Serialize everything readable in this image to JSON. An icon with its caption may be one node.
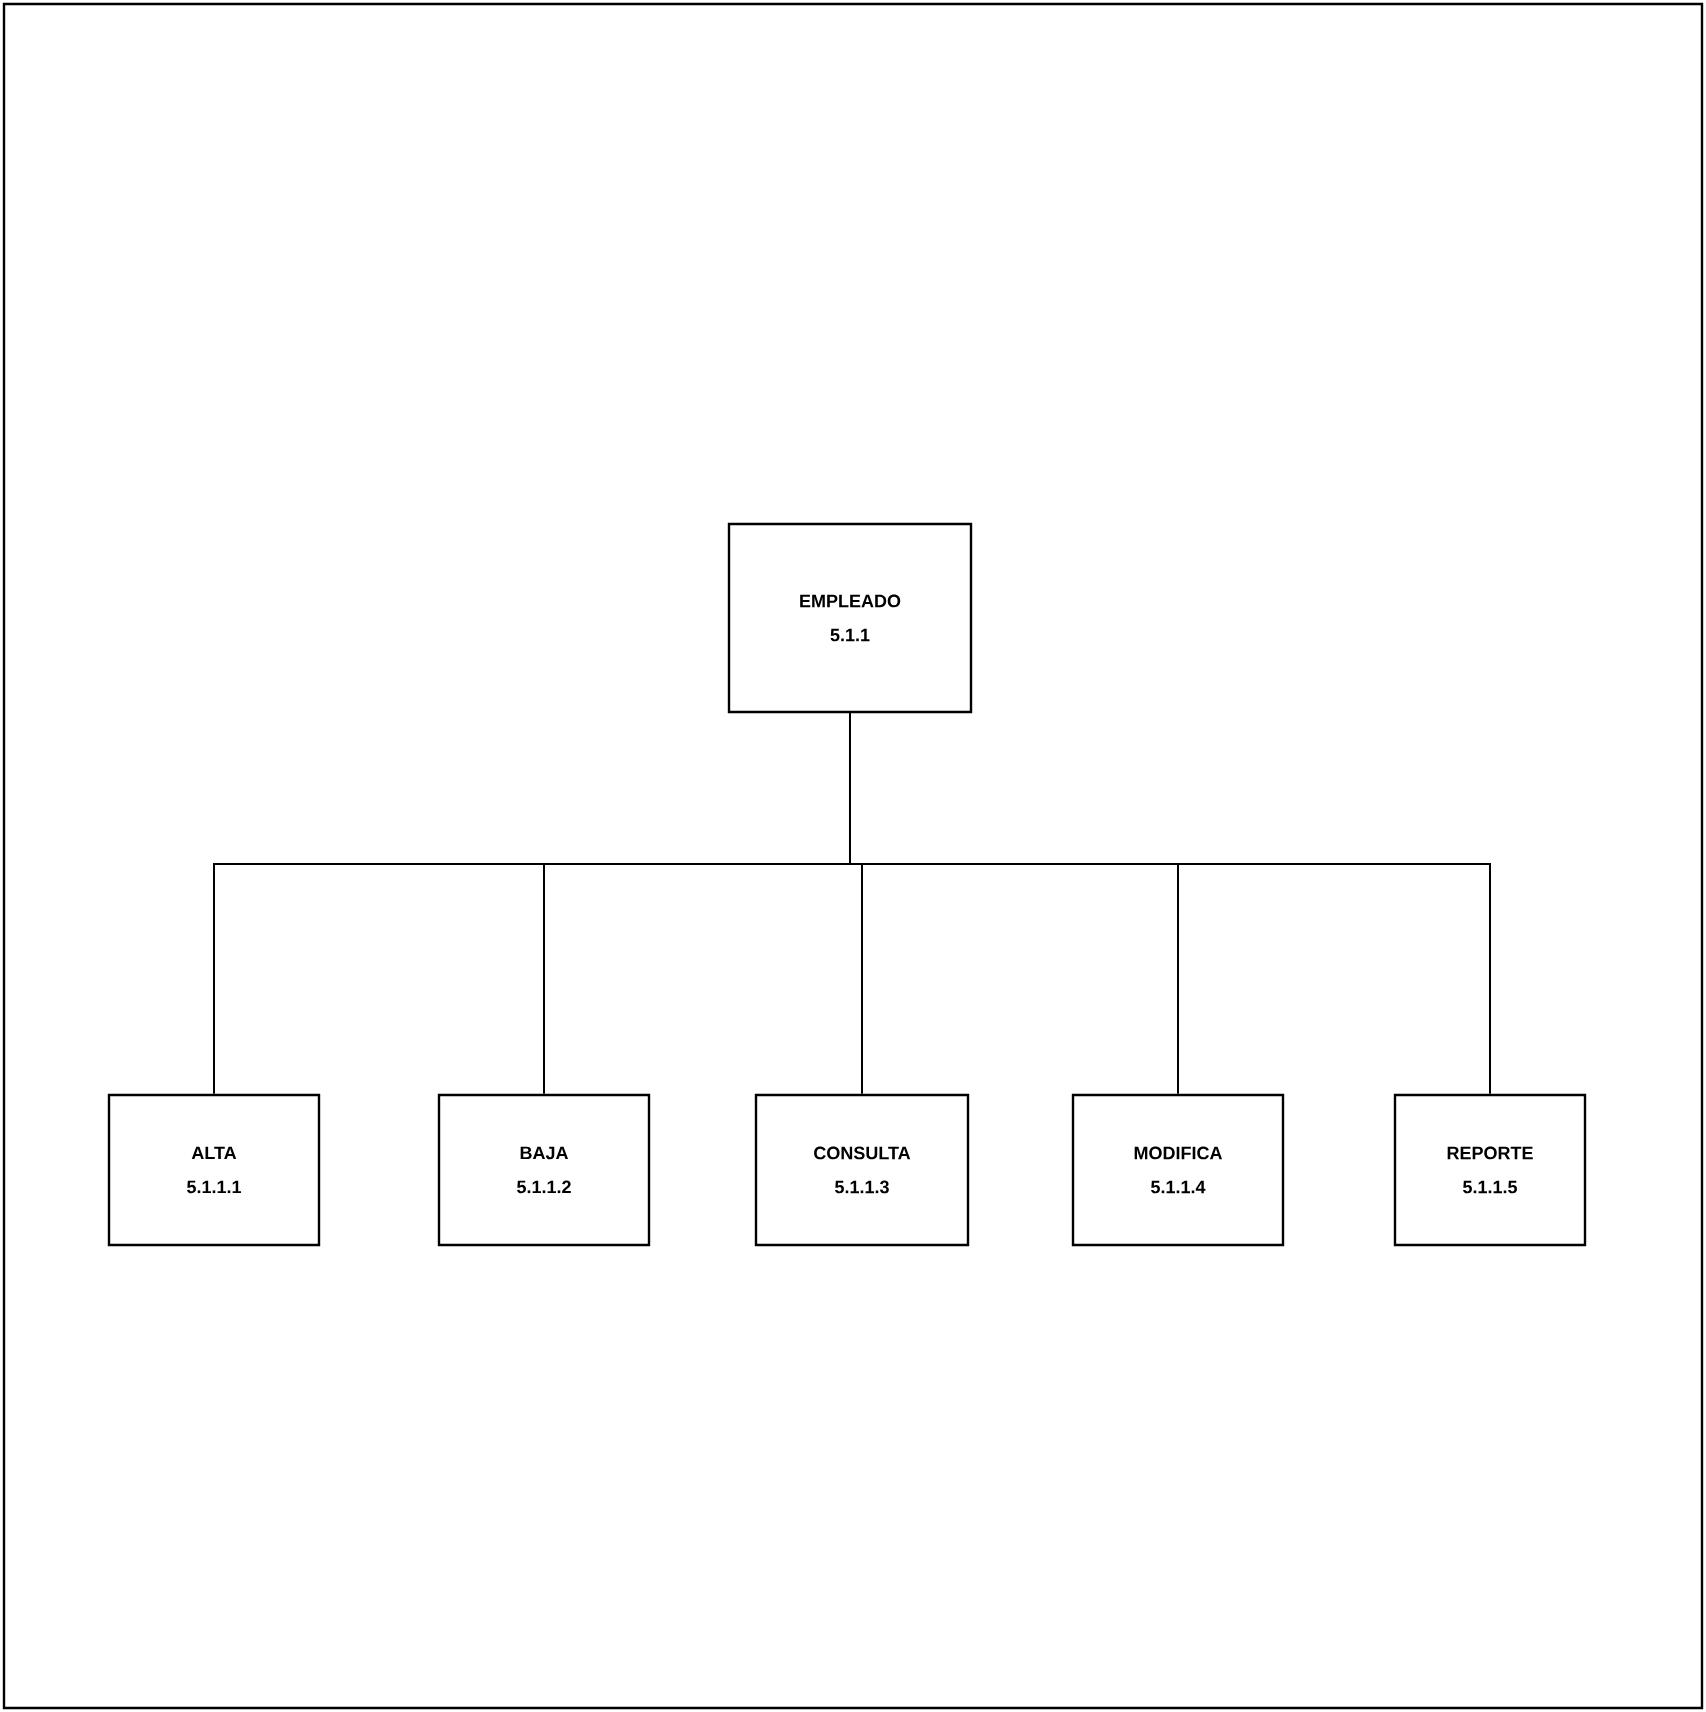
{
  "diagram": {
    "nodes": [
      {
        "text": [
          "EMPLEADO",
          "5.1.1"
        ]
      },
      {
        "text": [
          "ALTA",
          "5.1.1.1"
        ]
      },
      {
        "text": [
          "BAJA",
          "5.1.1.2"
        ]
      },
      {
        "text": [
          "CONSULTA",
          "5.1.1.3"
        ]
      },
      {
        "text": [
          "MODIFICA",
          "5.1.1.4"
        ]
      },
      {
        "text": [
          "REPORTE",
          "5.1.1.5"
        ]
      }
    ],
    "edges": [
      {
        "from": 0,
        "to": 1,
        "arrow": "none"
      },
      {
        "from": 0,
        "to": 2,
        "arrow": "none"
      },
      {
        "from": 0,
        "to": 3,
        "arrow": "none"
      },
      {
        "from": 0,
        "to": 4,
        "arrow": "none"
      },
      {
        "from": 0,
        "to": 5,
        "arrow": "none"
      }
    ]
  }
}
